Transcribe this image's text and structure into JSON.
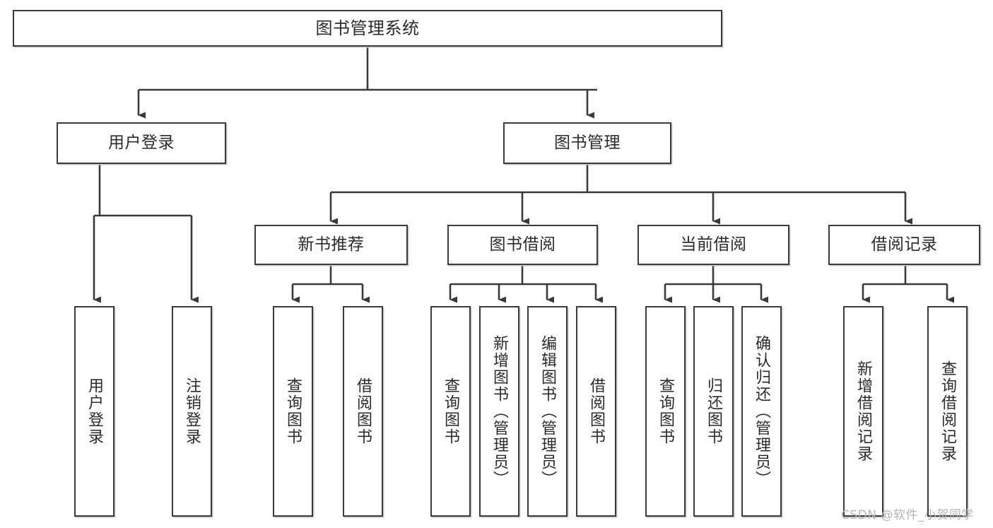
{
  "diagram": {
    "title": "图书管理系统",
    "type": "tree-hierarchy-diagram",
    "watermark": "CSDN @软件_小贺同学",
    "colors": {
      "border": "#3a3a3a",
      "background": "#ffffff",
      "text": "#2b2b2b",
      "watermark": "#b6b6b6"
    },
    "levels": {
      "root": {
        "label": "图书管理系统"
      },
      "level2": [
        {
          "id": "user-login",
          "label": "用户登录"
        },
        {
          "id": "book-manage",
          "label": "图书管理"
        }
      ],
      "level3": [
        {
          "id": "new-book-recommend",
          "label": "新书推荐"
        },
        {
          "id": "book-borrow",
          "label": "图书借阅"
        },
        {
          "id": "current-borrow",
          "label": "当前借阅"
        },
        {
          "id": "borrow-record",
          "label": "借阅记录"
        }
      ],
      "level4": {
        "user-login": [
          {
            "id": "leaf-user-login",
            "label": "用户登录"
          },
          {
            "id": "leaf-user-logout",
            "label": "注销登录"
          }
        ],
        "new-book-recommend": [
          {
            "id": "leaf-query-book-1",
            "label": "查询图书"
          },
          {
            "id": "leaf-borrow-book-1",
            "label": "借阅图书"
          }
        ],
        "book-borrow": [
          {
            "id": "leaf-query-book-2",
            "label": "查询图书"
          },
          {
            "id": "leaf-add-book",
            "label": "新增图书（管理员）"
          },
          {
            "id": "leaf-edit-book",
            "label": "编辑图书（管理员）"
          },
          {
            "id": "leaf-borrow-book-2",
            "label": "借阅图书"
          }
        ],
        "current-borrow": [
          {
            "id": "leaf-query-book-3",
            "label": "查询图书"
          },
          {
            "id": "leaf-return-book",
            "label": "归还图书"
          },
          {
            "id": "leaf-confirm-return",
            "label": "确认归还（管理员）"
          }
        ],
        "borrow-record": [
          {
            "id": "leaf-add-borrow-record",
            "label": "新增借阅记录"
          },
          {
            "id": "leaf-query-borrow-record",
            "label": "查询借阅记录"
          }
        ]
      }
    }
  }
}
